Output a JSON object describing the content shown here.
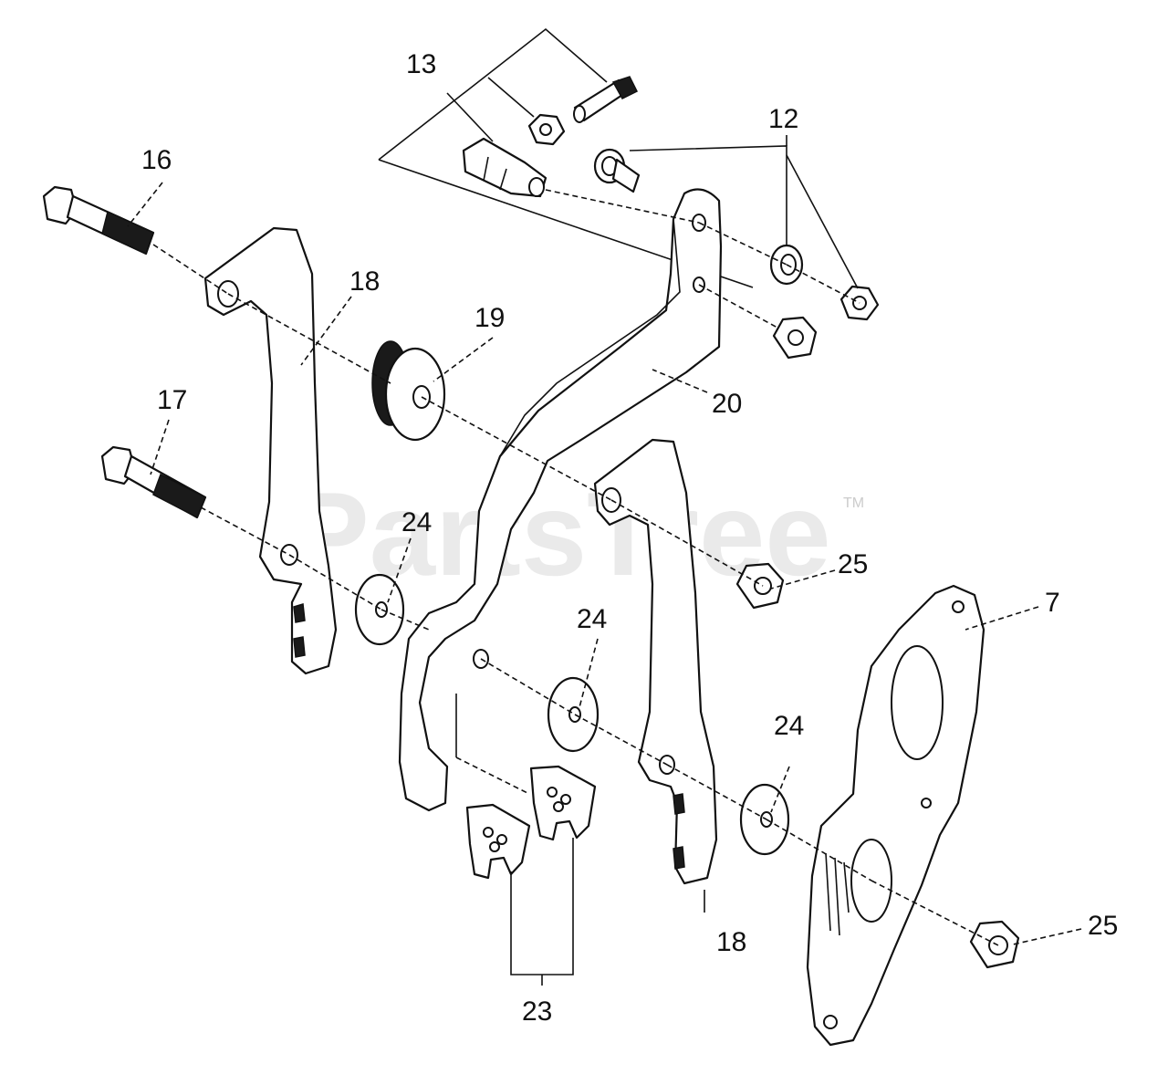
{
  "watermark": {
    "text": "PartsTree",
    "tm": "TM"
  },
  "callouts": {
    "c7": "7",
    "c12": "12",
    "c13": "13",
    "c16": "16",
    "c17": "17",
    "c18_upper": "18",
    "c18_lower": "18",
    "c19": "19",
    "c20": "20",
    "c23": "23",
    "c24_left": "24",
    "c24_mid": "24",
    "c24_right": "24",
    "c25_upper": "25",
    "c25_lower": "25"
  }
}
